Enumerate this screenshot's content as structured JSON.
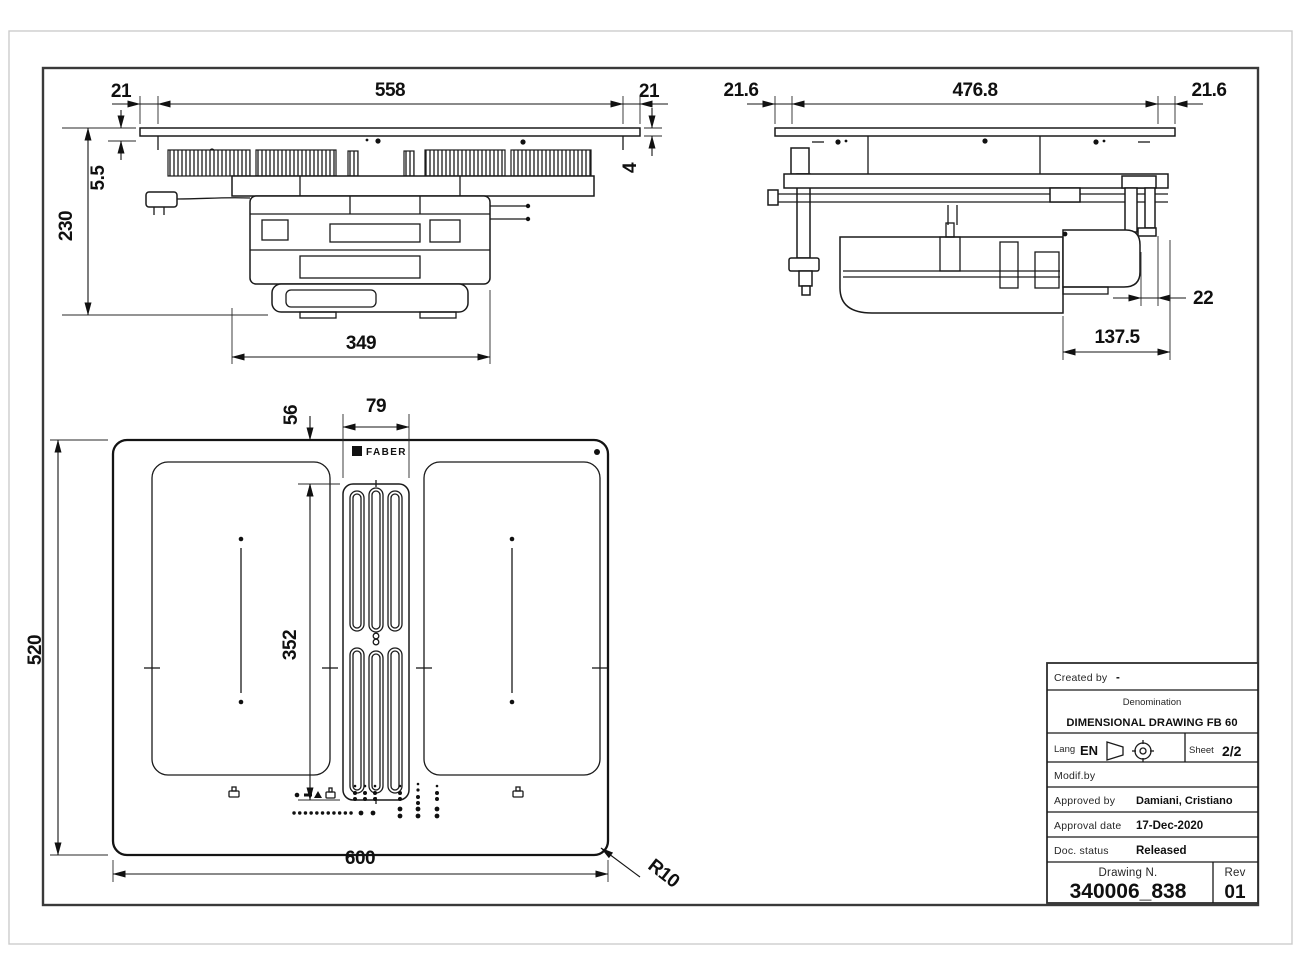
{
  "sheet": {
    "brand": "FABER",
    "dims": {
      "front": {
        "overhang": "21",
        "span": "558",
        "glass_thickness": "4",
        "lip": "5.5",
        "height": "230",
        "body_width": "349"
      },
      "side": {
        "overhang": "21.6",
        "span": "476.8",
        "outlet_offset": "22",
        "outlet_width": "137.5"
      },
      "plan": {
        "grille_offset": "56",
        "grille_width": "79",
        "grille_length": "352",
        "depth": "520",
        "width": "600",
        "corner_radius": "R10"
      }
    }
  },
  "title_block": {
    "created_by_label": "Created by",
    "created_by_value": "-",
    "denomination_label": "Denomination",
    "denomination_value": "DIMENSIONAL DRAWING FB 60",
    "lang_label": "Lang",
    "lang_value": "EN",
    "sheet_label": "Sheet",
    "sheet_value": "2/2",
    "modif_label": "Modif.by",
    "modif_value": "",
    "approved_label": "Approved by",
    "approved_value": "Damiani, Cristiano",
    "approval_date_label": "Approval date",
    "approval_date_value": "17-Dec-2020",
    "doc_status_label": "Doc. status",
    "doc_status_value": "Released",
    "drawing_n_label": "Drawing N.",
    "drawing_n_value": "340006_838",
    "rev_label": "Rev",
    "rev_value": "01"
  },
  "colors": {
    "line": "#1a1a1a",
    "frame": "#3a3a3a",
    "page_edge": "#c9c9c9"
  }
}
